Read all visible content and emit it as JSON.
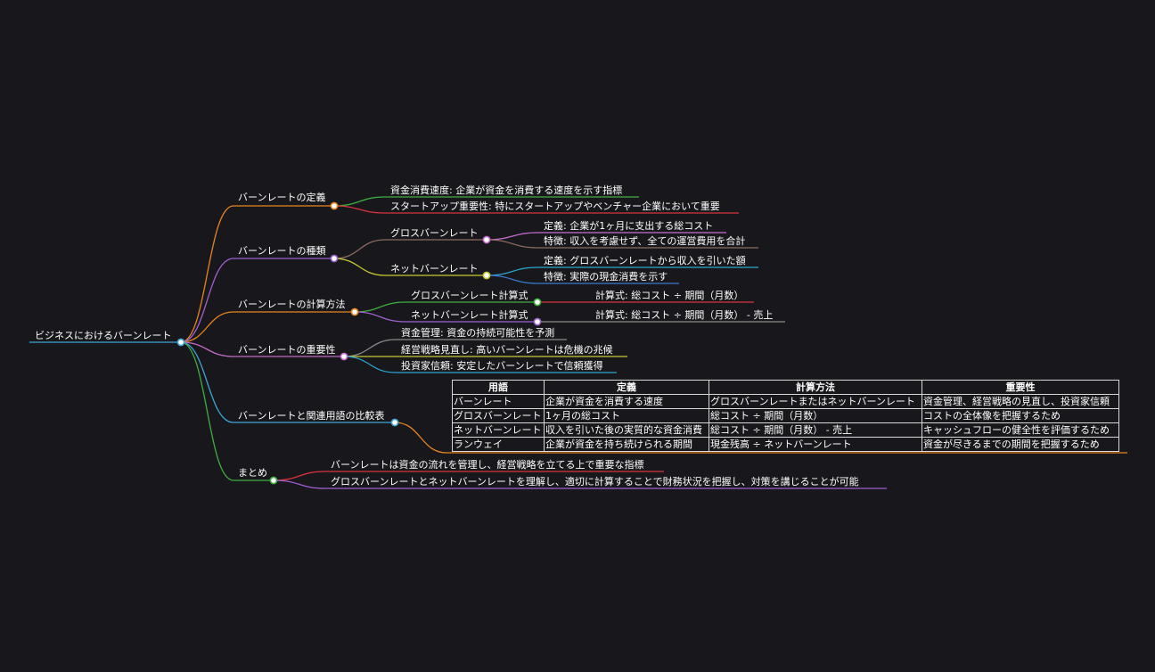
{
  "root": {
    "label": "ビジネスにおけるバーンレート"
  },
  "branches": {
    "definition": {
      "label": "バーンレートの定義",
      "items": [
        "資金消費速度: 企業が資金を消費する速度を示す指標",
        "スタートアップ重要性: 特にスタートアップやベンチャー企業において重要"
      ]
    },
    "types": {
      "label": "バーンレートの種類",
      "gross": {
        "label": "グロスバーンレート",
        "items": [
          "定義: 企業が1ヶ月に支出する総コスト",
          "特徴: 収入を考慮せず、全ての運営費用を合計"
        ]
      },
      "net": {
        "label": "ネットバーンレート",
        "items": [
          "定義: グロスバーンレートから収入を引いた額",
          "特徴: 実際の現金消費を示す"
        ]
      }
    },
    "calculation": {
      "label": "バーンレートの計算方法",
      "gross": {
        "label": "グロスバーンレート計算式",
        "formula": "計算式: 総コスト ÷ 期間（月数）"
      },
      "net": {
        "label": "ネットバーンレート計算式",
        "formula": "計算式: 総コスト ÷ 期間（月数） - 売上"
      }
    },
    "importance": {
      "label": "バーンレートの重要性",
      "items": [
        "資金管理: 資金の持続可能性を予測",
        "経営戦略見直し: 高いバーンレートは危機の兆候",
        "投資家信頼: 安定したバーンレートで信頼獲得"
      ]
    },
    "comparison": {
      "label": "バーンレートと関連用語の比較表",
      "headers": [
        "用語",
        "定義",
        "計算方法",
        "重要性"
      ],
      "rows": [
        [
          "バーンレート",
          "企業が資金を消費する速度",
          "グロスバーンレートまたはネットバーンレート",
          "資金管理、経営戦略の見直し、投資家信頼"
        ],
        [
          "グロスバーンレート",
          "1ヶ月の総コスト",
          "総コスト ÷ 期間（月数）",
          "コストの全体像を把握するため"
        ],
        [
          "ネットバーンレート",
          "収入を引いた後の実質的な資金消費",
          "総コスト ÷ 期間（月数） - 売上",
          "キャッシュフローの健全性を評価するため"
        ],
        [
          "ランウェイ",
          "企業が資金を持ち続けられる期間",
          "現金残高 ÷ ネットバーンレート",
          "資金が尽きるまでの期間を把握するため"
        ]
      ]
    },
    "summary": {
      "label": "まとめ",
      "items": [
        "バーンレートは資金の流れを管理し、経営戦略を立てる上で重要な指標",
        "グロスバーンレートとネットバーンレートを理解し、適切に計算することで財務状況を把握し、対策を講じることが可能"
      ]
    }
  },
  "colors": {
    "background": "#18181c",
    "text": "#ffffff",
    "root": "#3ea3d6",
    "definition": "#e8841f",
    "types": "#a05fd1",
    "calculation": "#e8841f",
    "importance": "#c16ac6",
    "comparison": "#3ea3d6",
    "summary": "#3fae3f",
    "green": "#3fae3f",
    "red": "#d6343c",
    "pink": "#c86cd0",
    "brown": "#8a6a60",
    "yellow": "#c8c832",
    "cyan": "#2aa7cf",
    "blue": "#3a78d0",
    "gray": "#8a8a8a",
    "purple": "#a05fd1",
    "orange": "#e8841f",
    "table_border": "#d8d8d8"
  }
}
